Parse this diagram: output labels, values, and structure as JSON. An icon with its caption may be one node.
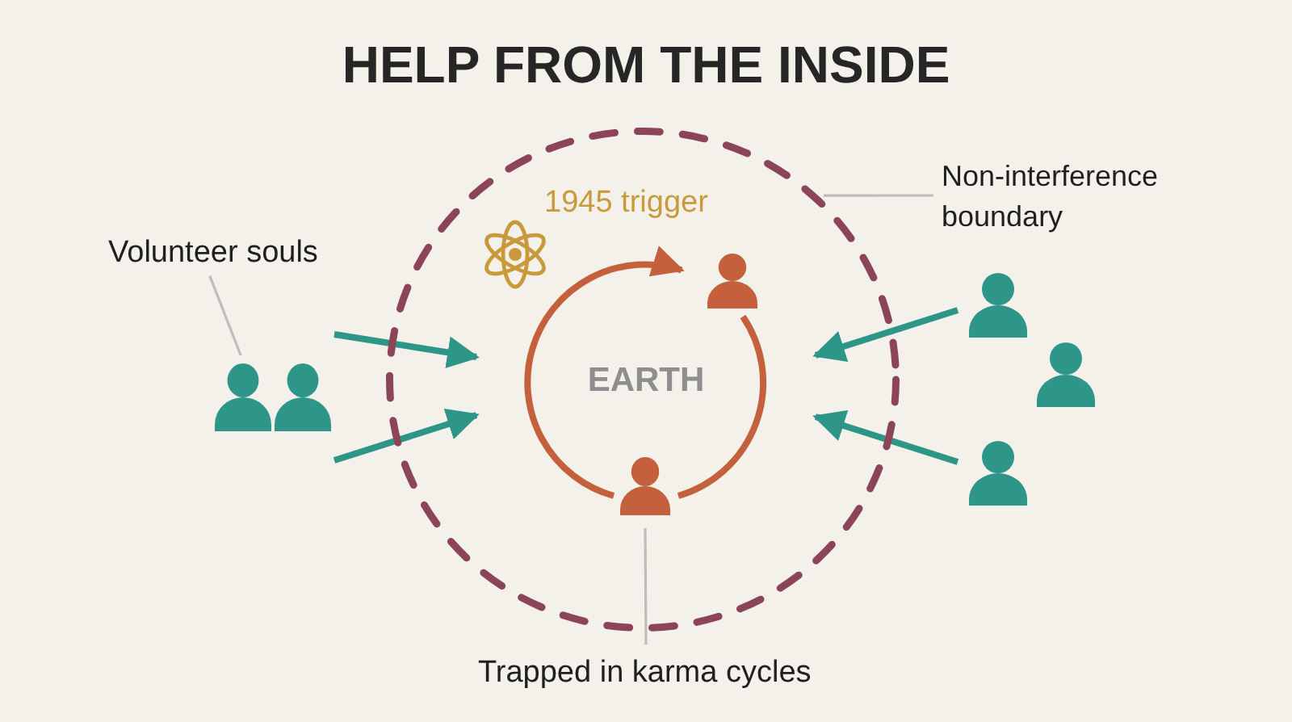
{
  "diagram": {
    "title": "HELP FROM THE INSIDE",
    "nodes": [
      {
        "text": [],
        "shape": "circle"
      },
      {
        "text": [
          "Non-interference boundary"
        ]
      },
      {
        "text": [
          "Volunteer souls"
        ]
      },
      {
        "text": [],
        "shape": "person",
        "in": 0
      },
      {
        "text": [],
        "shape": "person"
      },
      {
        "text": [],
        "shape": "person"
      },
      {
        "text": [],
        "shape": "person"
      },
      {
        "text": [],
        "shape": "person"
      },
      {
        "text": [],
        "shape": "person"
      },
      {
        "text": [],
        "shape": "person",
        "in": 0
      },
      {
        "text": [
          "Trapped in karma cycles"
        ]
      }
    ],
    "edges": [
      {
        "from": 1,
        "to": 0,
        "arrow": "none",
        "color": "#bdbdbd"
      },
      {
        "from": 2,
        "to": 4,
        "arrow": "none",
        "color": "#bdbdbd"
      },
      {
        "from": 5,
        "to": null,
        "arrow": "to"
      },
      {
        "from": 5,
        "to": null,
        "arrow": "to"
      },
      {
        "from": 6,
        "to": null,
        "arrow": "to"
      },
      {
        "from": 8,
        "to": null,
        "arrow": "to"
      },
      {
        "from": 9,
        "to": 3,
        "arrow": "to",
        "color": "#c4603c"
      },
      {
        "from": 3,
        "to": 9,
        "arrow": "none",
        "color": "#c4603c"
      },
      {
        "from": 10,
        "to": 9,
        "arrow": "none",
        "color": "#bdbdbd"
      }
    ],
    "labels": [
      "1945 trigger",
      "EARTH"
    ]
  }
}
